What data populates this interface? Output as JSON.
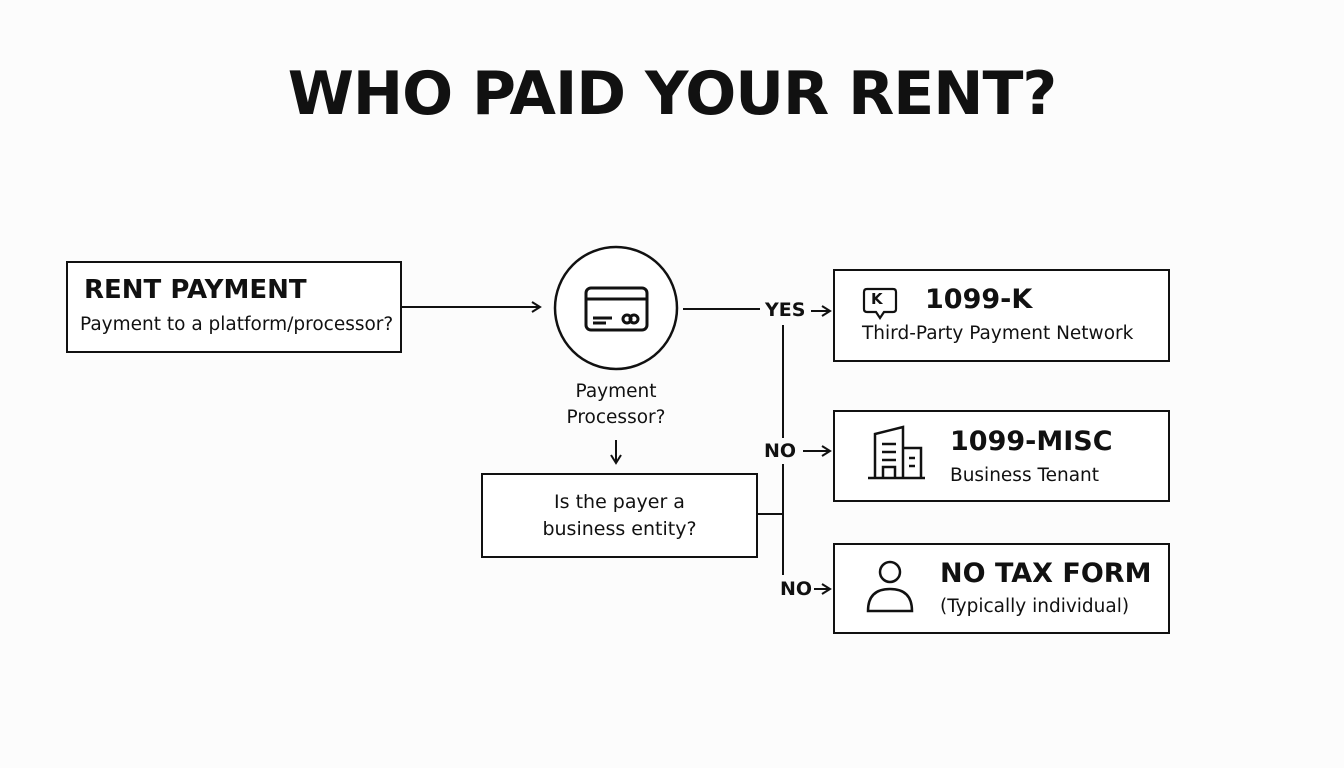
{
  "title": "WHO PAID YOUR RENT?",
  "start": {
    "heading": "RENT PAYMENT",
    "subtitle": "Payment to a platform/processor?"
  },
  "processor": {
    "icon": "credit-card-icon",
    "label_line1": "Payment",
    "label_line2": "Processor?"
  },
  "question": {
    "line1": "Is the payer a",
    "line2": "business entity?"
  },
  "branch_labels": {
    "yes": "YES",
    "no_business": "NO",
    "no_individual": "NO"
  },
  "outcomes": [
    {
      "icon": "k-badge-icon",
      "icon_text": "K",
      "heading": "1099-K",
      "subtitle": "Third-Party Payment Network"
    },
    {
      "icon": "building-icon",
      "heading": "1099-MISC",
      "subtitle": "Business Tenant"
    },
    {
      "icon": "person-icon",
      "heading": "NO TAX FORM",
      "subtitle": "(Typically individual)"
    }
  ],
  "colors": {
    "line": "#111111",
    "background": "#fcfcfc"
  }
}
